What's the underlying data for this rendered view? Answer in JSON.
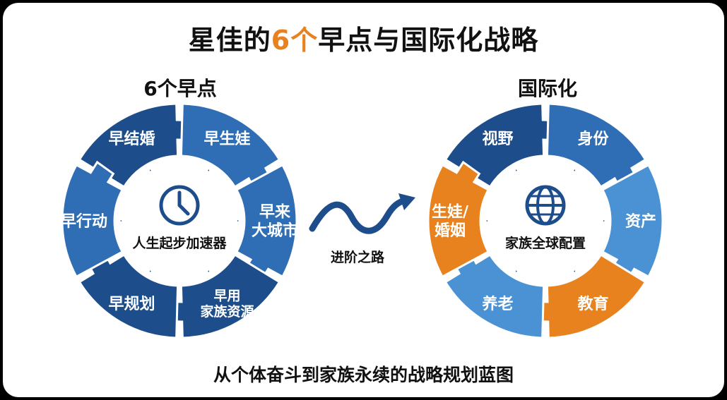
{
  "title": {
    "pre": "星佳的",
    "highlight": "6个",
    "post": "早点与国际化战略"
  },
  "footer": "从个体奋斗到家族永续的战略规划蓝图",
  "colors": {
    "dark": "#1d4d8a",
    "mid": "#2f6eb5",
    "light": "#4a92d4",
    "orange": "#e8821e",
    "hub": "#ffffff"
  },
  "left_wheel": {
    "heading": "6个早点",
    "center": "人生起步加速器",
    "icon": "clock-icon",
    "segments": [
      {
        "label": [
          "早结婚"
        ],
        "tone": "dark"
      },
      {
        "label": [
          "早生娃"
        ],
        "tone": "mid"
      },
      {
        "label": [
          "早来",
          "大城市"
        ],
        "tone": "mid"
      },
      {
        "label": [
          "早用",
          "家族资源"
        ],
        "tone": "dark"
      },
      {
        "label": [
          "早规划"
        ],
        "tone": "dark"
      },
      {
        "label": [
          "早行动"
        ],
        "tone": "mid"
      }
    ]
  },
  "transition": {
    "label": "进阶之路",
    "icon": "wavy-arrow-icon"
  },
  "right_wheel": {
    "heading": "国际化",
    "center": "家族全球配置",
    "icon": "globe-icon",
    "segments": [
      {
        "label": [
          "视野"
        ],
        "tone": "dark"
      },
      {
        "label": [
          "身份"
        ],
        "tone": "mid"
      },
      {
        "label": [
          "资产"
        ],
        "tone": "light"
      },
      {
        "label": [
          "教育"
        ],
        "tone": "orange"
      },
      {
        "label": [
          "养老"
        ],
        "tone": "light"
      },
      {
        "label": [
          "生娃/",
          "婚姻"
        ],
        "tone": "orange"
      }
    ]
  }
}
